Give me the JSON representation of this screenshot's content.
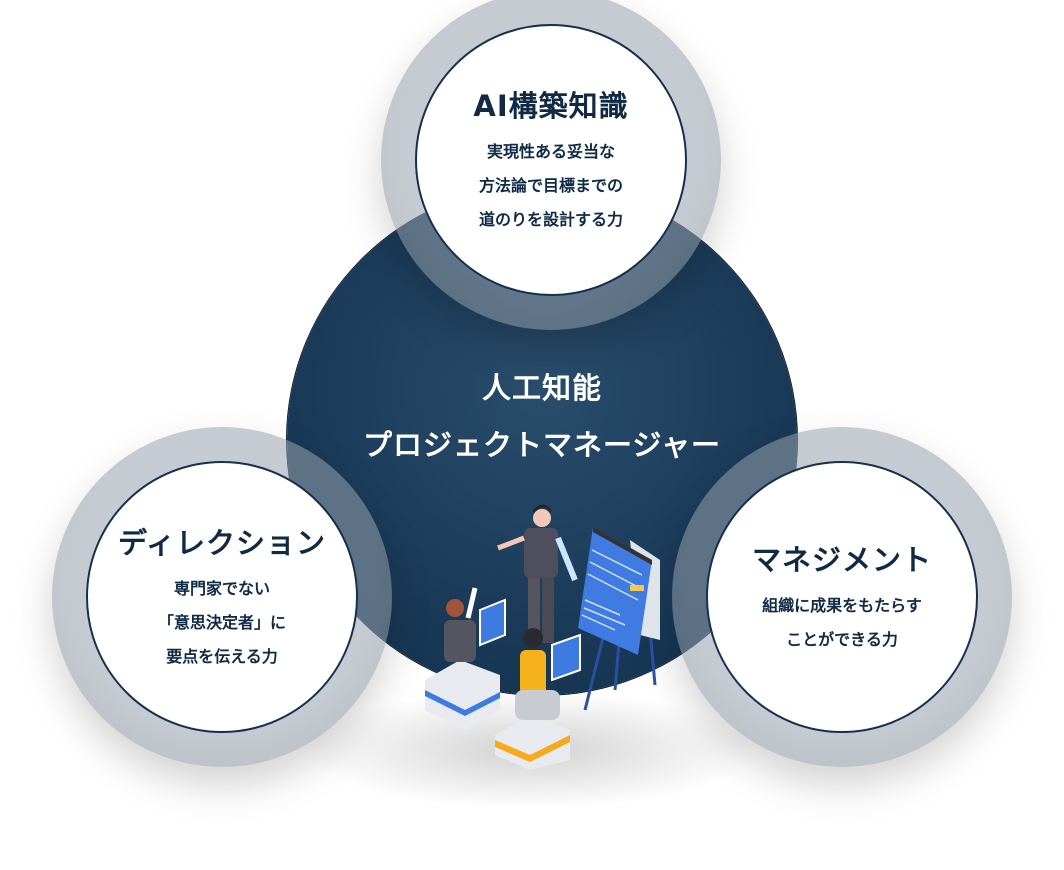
{
  "center": {
    "line1": "人工知能",
    "line2": "プロジェクトマネージャー"
  },
  "skills": [
    {
      "title": "AI構築知識",
      "lines": [
        "実現性ある妥当な",
        "方法論で目標までの",
        "道のりを設計する力"
      ]
    },
    {
      "title": "ディレクション",
      "lines": [
        "専門家でない",
        "「意思決定者」に",
        "要点を伝える力"
      ]
    },
    {
      "title": "マネジメント",
      "lines": [
        "組織に成果をもたらす",
        "ことができる力"
      ]
    }
  ],
  "colors": {
    "navy": "#14304c",
    "text": "#102a44",
    "ring": "#9aa3ad"
  }
}
